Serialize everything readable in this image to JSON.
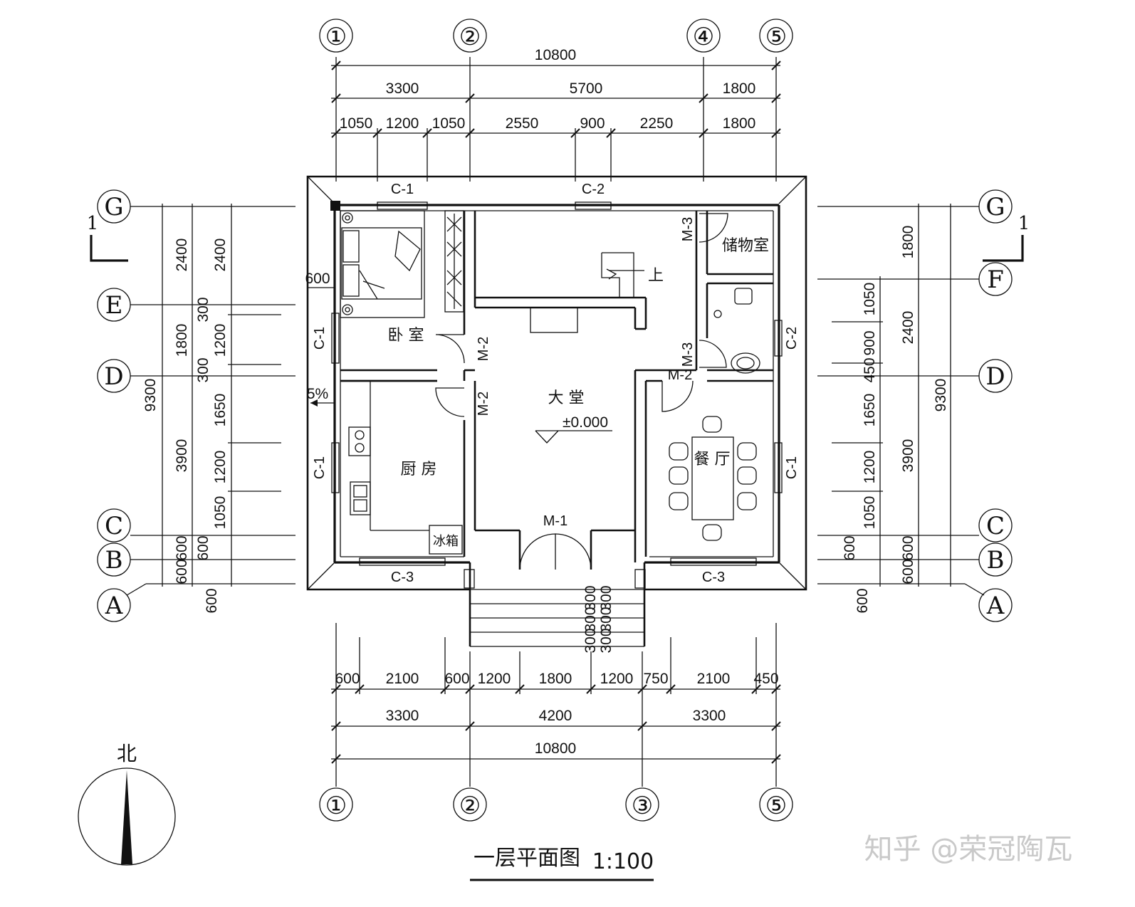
{
  "title": {
    "text": "一层平面图",
    "scale": "1:100"
  },
  "watermark": "知乎 @荣冠陶瓦",
  "north": "北",
  "section_mark": "1",
  "axes": {
    "top": [
      "①",
      "②",
      "④",
      "⑤"
    ],
    "bottom": [
      "①",
      "②",
      "③",
      "⑤"
    ],
    "left": [
      "G",
      "E",
      "D",
      "C",
      "B",
      "A"
    ],
    "right": [
      "G",
      "F",
      "D",
      "C",
      "B",
      "A"
    ]
  },
  "dims": {
    "top_total": "10800",
    "top_mid": [
      "3300",
      "5700",
      "1800"
    ],
    "top_detail": [
      "1050",
      "1200",
      "1050",
      "2550",
      "900",
      "2250",
      "1800"
    ],
    "bottom_detail": [
      "600",
      "2100",
      "600",
      "1200",
      "1800",
      "1200",
      "750",
      "2100",
      "450"
    ],
    "bottom_mid": [
      "3300",
      "4200",
      "3300"
    ],
    "bottom_total": "10800",
    "left_total": "9300",
    "left_outer": [
      "2400",
      "1800",
      "3900",
      "600",
      "600"
    ],
    "left_inner": [
      "2400",
      "300",
      "1200",
      "300",
      "1650",
      "1200",
      "1050",
      "600",
      "600"
    ],
    "right_total": "9300",
    "right_outer": [
      "1800",
      "2400",
      "3900",
      "600",
      "600"
    ],
    "right_inner": [
      "1050",
      "900",
      "450",
      "1650",
      "1200",
      "1050",
      "600",
      "600"
    ],
    "left_600": "600",
    "steps": [
      "300",
      "300",
      "300",
      "300",
      "300",
      "300"
    ],
    "slope": "5%"
  },
  "rooms": {
    "bedroom": "卧 室",
    "kitchen": "厨 房",
    "hall": "大 堂",
    "dining": "餐 厅",
    "storage": "储物室",
    "fridge": "冰箱",
    "elevation": "±0.000",
    "stair_up": "上"
  },
  "openings": {
    "c1": "C-1",
    "c2": "C-2",
    "c3": "C-3",
    "m1": "M-1",
    "m2": "M-2",
    "m3": "M-3"
  }
}
